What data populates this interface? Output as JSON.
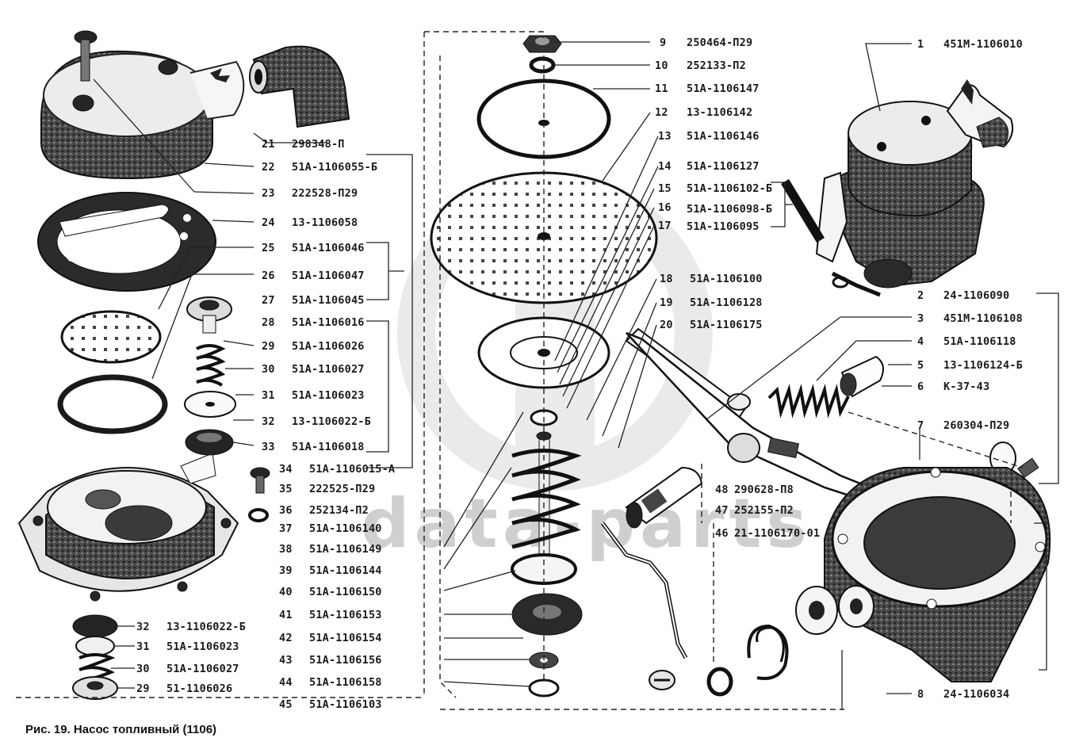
{
  "caption": "Рис. 19. Насос топливный (1106)",
  "watermark": "data-parts",
  "left_column_parts": [
    {
      "num": "21",
      "code": "298348-П"
    },
    {
      "num": "22",
      "code": "51А-1106055-Б"
    },
    {
      "num": "23",
      "code": "222528-П29"
    },
    {
      "num": "24",
      "code": "13-1106058"
    },
    {
      "num": "25",
      "code": "51А-1106046"
    },
    {
      "num": "26",
      "code": "51А-1106047"
    },
    {
      "num": "27",
      "code": "51А-1106045"
    },
    {
      "num": "28",
      "code": "51А-1106016"
    },
    {
      "num": "29",
      "code": "51А-1106026"
    },
    {
      "num": "30",
      "code": "51А-1106027"
    },
    {
      "num": "31",
      "code": "51А-1106023"
    },
    {
      "num": "32",
      "code": "13-1106022-Б"
    },
    {
      "num": "33",
      "code": "51А-1106018"
    }
  ],
  "bottom_left_parts": [
    {
      "num": "32",
      "code": "13-1106022-Б"
    },
    {
      "num": "31",
      "code": "51А-1106023"
    },
    {
      "num": "30",
      "code": "51А-1106027"
    },
    {
      "num": "29",
      "code": "51-1106026"
    }
  ],
  "middle_column_parts": [
    {
      "num": "34",
      "code": "51А-1106015-А"
    },
    {
      "num": "35",
      "code": "222525-П29"
    },
    {
      "num": "36",
      "code": "252134-П2"
    },
    {
      "num": "37",
      "code": "51А-1106140"
    },
    {
      "num": "38",
      "code": "51А-1106149"
    },
    {
      "num": "39",
      "code": "51А-1106144"
    },
    {
      "num": "40",
      "code": "51А-1106150"
    },
    {
      "num": "41",
      "code": "51А-1106153"
    },
    {
      "num": "42",
      "code": "51А-1106154"
    },
    {
      "num": "43",
      "code": "51А-1106156"
    },
    {
      "num": "44",
      "code": "51А-1106158"
    },
    {
      "num": "45",
      "code": "51А-1106103"
    }
  ],
  "center_parts": [
    {
      "num": "9",
      "code": "250464-П29"
    },
    {
      "num": "10",
      "code": "252133-П2"
    },
    {
      "num": "11",
      "code": "51А-1106147"
    },
    {
      "num": "12",
      "code": "13-1106142"
    },
    {
      "num": "13",
      "code": "51А-1106146"
    },
    {
      "num": "14",
      "code": "51А-1106127"
    },
    {
      "num": "15",
      "code": "51А-1106102-Б"
    },
    {
      "num": "16",
      "code": "51А-1106098-Б"
    },
    {
      "num": "17",
      "code": "51А-1106095"
    },
    {
      "num": "18",
      "code": "51А-1106100"
    },
    {
      "num": "19",
      "code": "51А-1106128"
    },
    {
      "num": "20",
      "code": "51А-1106175"
    }
  ],
  "lever_parts": [
    {
      "num": "48",
      "code": "290628-П8"
    },
    {
      "num": "47",
      "code": "252155-П2"
    },
    {
      "num": "46",
      "code": "21-1106170-01"
    }
  ],
  "right_parts": [
    {
      "num": "1",
      "code": "451М-1106010"
    },
    {
      "num": "2",
      "code": "24-1106090"
    },
    {
      "num": "3",
      "code": "451М-1106108"
    },
    {
      "num": "4",
      "code": "51А-1106118"
    },
    {
      "num": "5",
      "code": "13-1106124-Б"
    },
    {
      "num": "6",
      "code": "К-37-43"
    },
    {
      "num": "7",
      "code": "260304-П29"
    },
    {
      "num": "8",
      "code": "24-1106034"
    }
  ]
}
